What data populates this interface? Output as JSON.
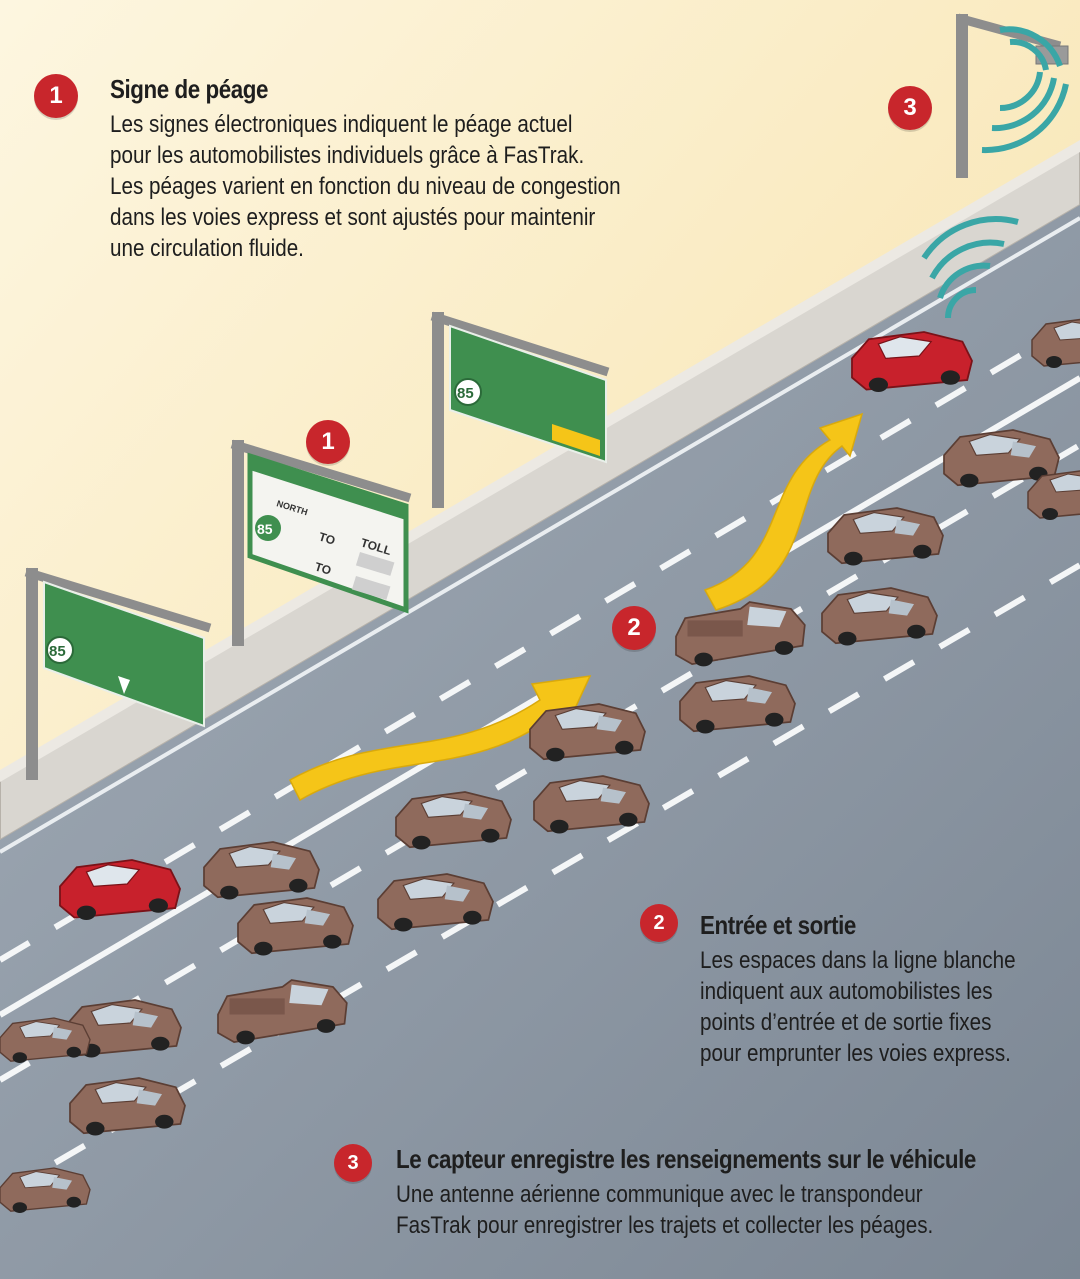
{
  "callouts": [
    {
      "number": "1",
      "title": "Signe de péage",
      "body": "Les signes électroniques indiquent le péage actuel\npour les automobilistes individuels grâce à FasTrak.\nLes péages varient en fonction du niveau de congestion\ndans les voies express et sont ajustés pour maintenir\nune circulation fluide."
    },
    {
      "number": "2",
      "title": "Entrée et sortie",
      "body": "Les espaces dans la ligne blanche\nindiquent aux automobilistes les\npoints d’entrée et de sortie fixes\npour emprunter les voies express."
    },
    {
      "number": "3",
      "title": "Le capteur enregistre les renseignements sur le véhicule",
      "body": "Une antenne aérienne communique avec le transpondeur\nFasTrak pour enregistrer les trajets et collecter les péages."
    }
  ],
  "scene_markers": [
    "1",
    "2",
    "3"
  ],
  "signs": {
    "route_shield": "85",
    "toll_label": "TOLL",
    "to_label": "TO",
    "north_label": "NORTH"
  },
  "colors": {
    "background": "#fbf1d2",
    "badge": "#c8262c",
    "road": "#8e9aa6",
    "sign_green": "#3f8f4f",
    "arrow_yellow": "#f5c518",
    "car_brown": "#8f6a5c",
    "car_red": "#c8212c",
    "signal_teal": "#3aa6a6"
  }
}
